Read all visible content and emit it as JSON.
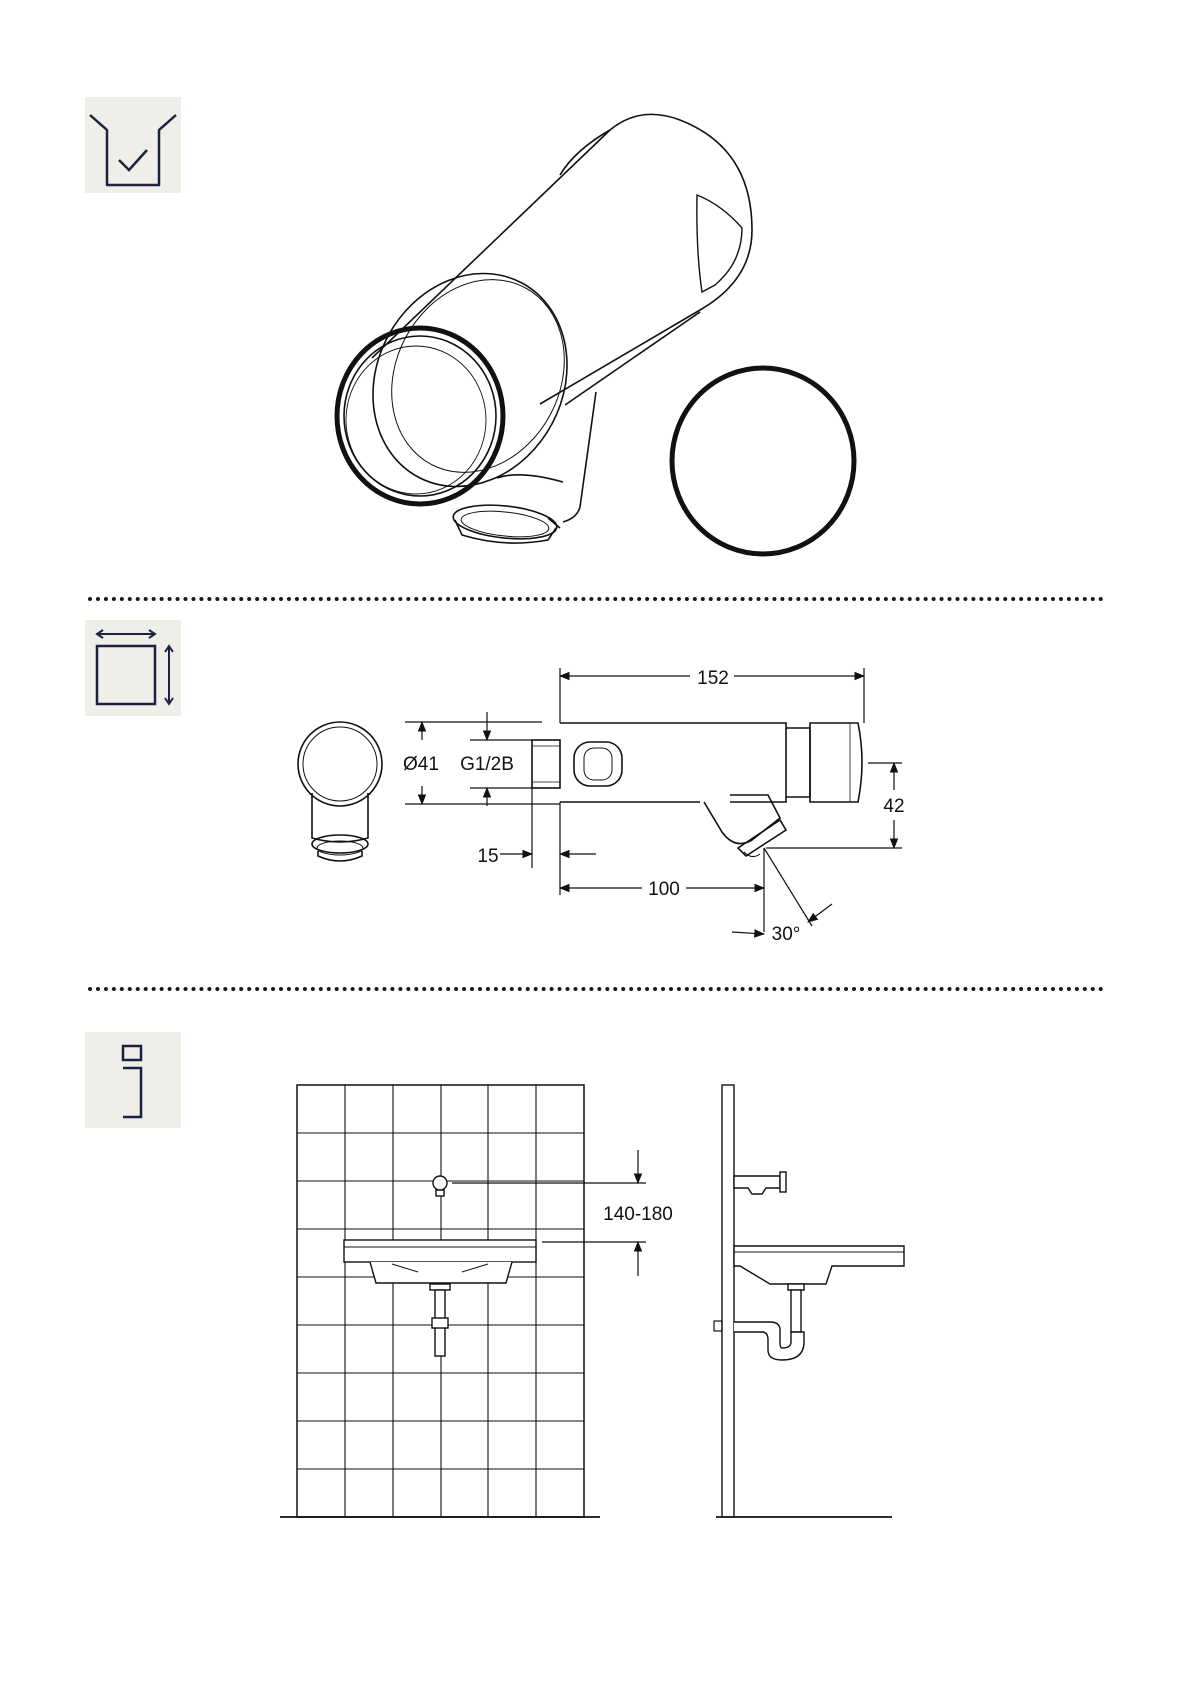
{
  "dimensions": {
    "length": "152",
    "diameter": "Ø41",
    "thread": "G1/2B",
    "thread_length": "15",
    "outlet_height": "42",
    "projection": "100",
    "angle": "30°"
  },
  "installation": {
    "mount_height": "140-180"
  },
  "icons": {
    "scope_of_delivery": "box-check-icon",
    "dimensions": "dimensions-icon",
    "information": "info-icon"
  },
  "colors": {
    "icon_background": "#efeee9",
    "line": "#1a1a1a"
  }
}
